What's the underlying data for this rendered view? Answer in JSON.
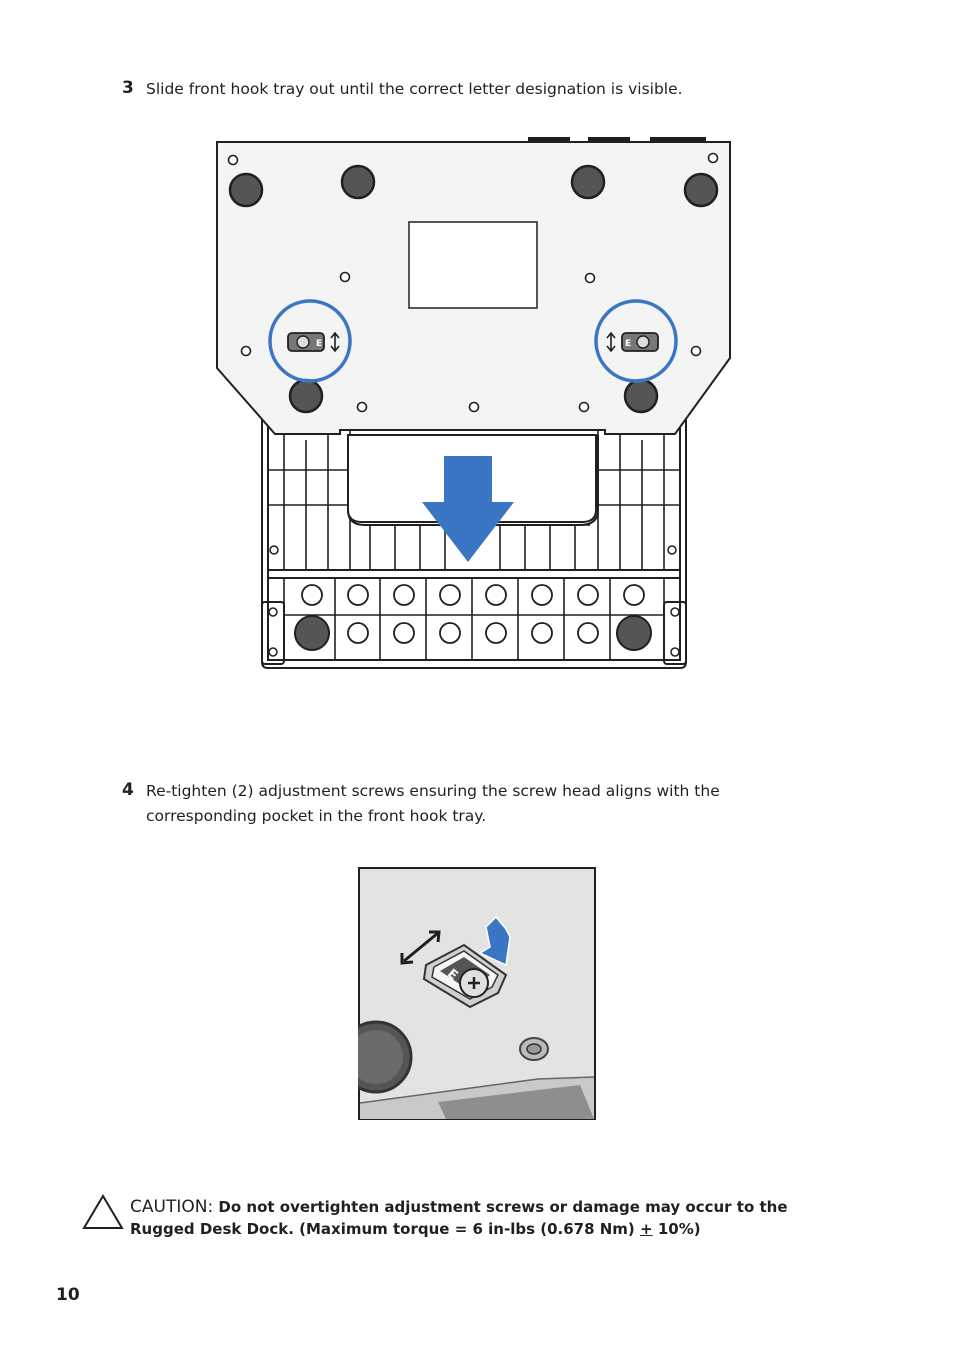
{
  "steps": [
    {
      "number": "3",
      "text": "Slide front hook tray out until the correct letter designation is visible."
    },
    {
      "number": "4",
      "text": "Re-tighten (2) adjustment screws ensuring the screw head aligns with the corresponding pocket in the front hook tray."
    }
  ],
  "figure1": {
    "screw_letter": "E"
  },
  "figure2": {
    "screw_letter": "E"
  },
  "caution": {
    "label": "CAUTION:",
    "text_a": "Do not overtighten adjustment screws or damage may occur to the Rugged Desk Dock. (Maximum torque = 6 in-lbs (0.678 Nm) ",
    "pm": "+",
    "text_b": " 10%)"
  },
  "page_number": "10",
  "colors": {
    "accent": "#3a76c4",
    "text": "#231f20"
  }
}
